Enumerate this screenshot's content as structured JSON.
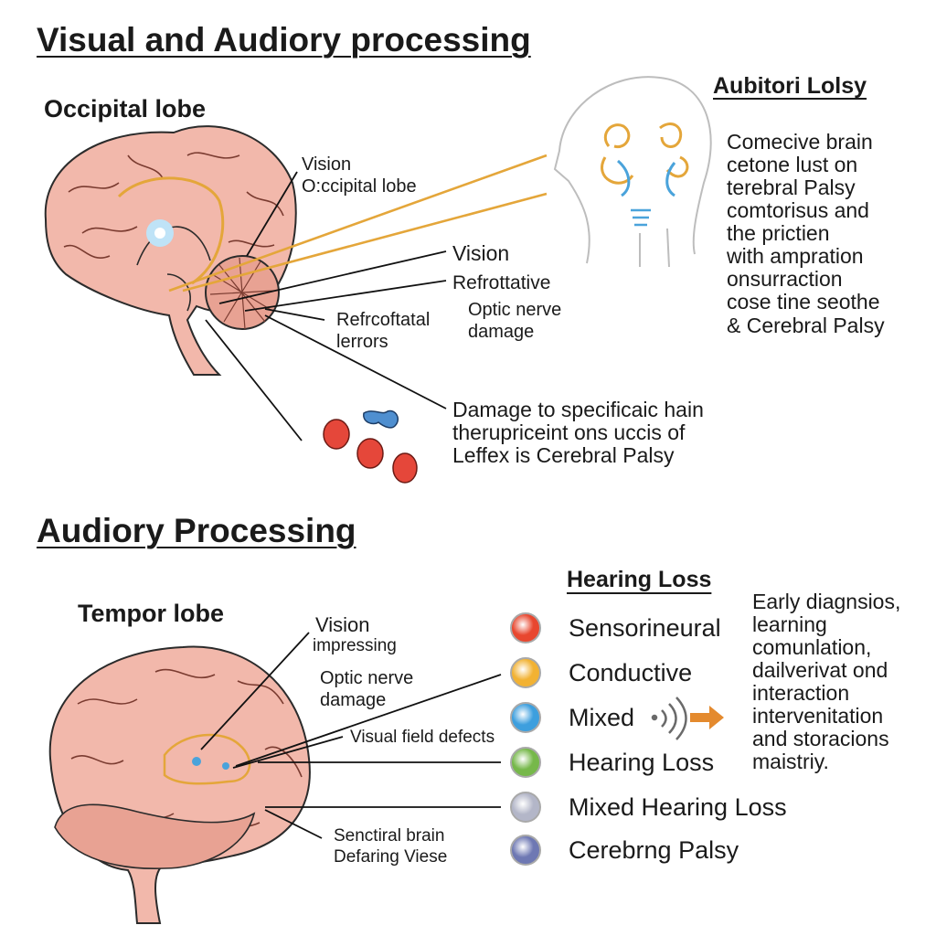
{
  "title": "Visual and Audiory processing",
  "top": {
    "lobe_title": "Occipital lobe",
    "labels": {
      "vision_occipital": "Vision\nO:ccipital lobe",
      "vision": "Vision",
      "refrottative": "Refrottative",
      "optic": "Optic nerve\ndamage",
      "refrcoftatal": "Refrcoftatal\nlerrors",
      "damage": "Damage to specificaic hain\ntherupriceint ons uccis of\nLeffex is Cerebral Palsy"
    },
    "aside_title": "Aubitori Lolsy",
    "aside_body": "Comecive brain\ncetone lust on\nterebral Palsy\ncomtorisus and\nthe prictien\nwith ampration\nonsurraction\ncose tine seothe\n& Cerebral Palsy"
  },
  "bottom": {
    "section_title": "Audiory Processing",
    "lobe_title": "Tempor lobe",
    "labels": {
      "vision": "Vision",
      "impressing": "impressing",
      "optic": "Optic nerve\ndamage",
      "visual_field": "Visual field defects",
      "senctiral": "Senctiral brain\nDefaring Viese"
    },
    "hearing_title": "Hearing Loss",
    "legend": [
      {
        "label": "Sensorineural",
        "color": "#e8472f"
      },
      {
        "label": "Conductive",
        "color": "#f2b233"
      },
      {
        "label": "Mixed",
        "color": "#3d9fde"
      },
      {
        "label": "Hearing Loss",
        "color": "#76b84a"
      },
      {
        "label": "Mixed Hearing Loss",
        "color": "#b3b6c8"
      },
      {
        "label": "Cerebrng Palsy",
        "color": "#6e78b3"
      }
    ],
    "side_body": "Early diagnsios,\nlearning\ncomunlation,\ndailverivat ond\ninteraction\nintervenitation\nand storacions\nmaistriy.",
    "icons": [
      "sound-wave-icon",
      "arrow-right-icon"
    ]
  }
}
